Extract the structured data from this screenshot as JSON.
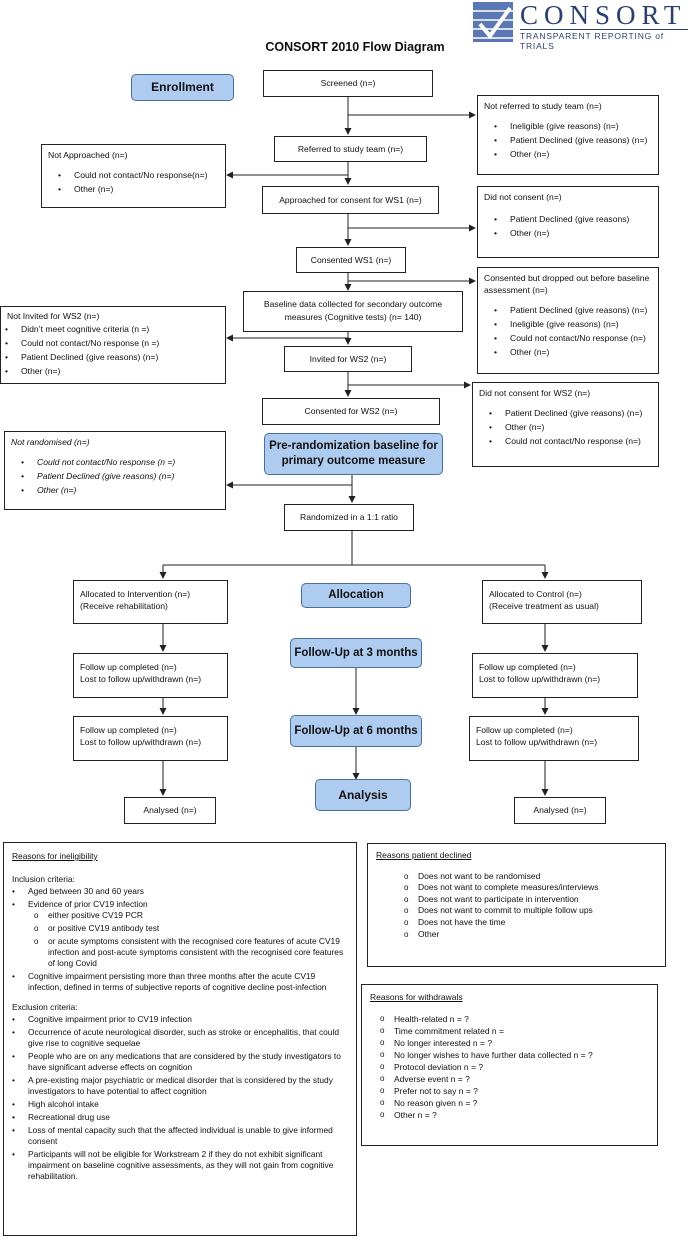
{
  "logo": {
    "brand": "CONSORT",
    "tagline": "TRANSPARENT REPORTING of TRIALS"
  },
  "title": "CONSORT 2010 Flow Diagram",
  "stages": {
    "enrollment": "Enrollment",
    "pre_rand": "Pre-randomization baseline for primary outcome measure",
    "allocation": "Allocation",
    "followup3": "Follow-Up at 3 months",
    "followup6": "Follow-Up at 6 months",
    "analysis": "Analysis"
  },
  "flow": {
    "screened": "Screened (n=)",
    "referred": "Referred to study team (n=)",
    "approached": "Approached for consent for WS1 (n=)",
    "consented_ws1": "Consented WS1 (n=)",
    "baseline": "Baseline data collected for secondary outcome measures (Cognitive tests) (n= 140)",
    "invited_ws2": "Invited for WS2 (n=)",
    "consented_ws2": "Consented for WS2 (n=)",
    "randomized": "Randomized in a 1:1 ratio"
  },
  "side": {
    "not_referred": {
      "title": "Not referred to study team (n=)",
      "items": [
        "Ineligible (give reasons) (n=)",
        "Patient Declined (give reasons) (n=)",
        "Other (n=)"
      ]
    },
    "not_approached": {
      "title": "Not Approached (n=)",
      "items": [
        "Could not contact/No response(n=)",
        "Other (n=)"
      ]
    },
    "did_not_consent": {
      "title": "Did not consent (n=)",
      "items": [
        "Patient Declined (give reasons)",
        "Other (n=)"
      ]
    },
    "dropped_out": {
      "title": "Consented but dropped out before baseline assessment (n=)",
      "items": [
        "Patient Declined (give reasons) (n=)",
        "Ineligible (give reasons) (n=)",
        "Could not contact/No response (n=)",
        "Other (n=)"
      ]
    },
    "not_invited": {
      "title": "Not Invited for WS2 (n=)",
      "items": [
        "Didn’t meet cognitive criteria (n =)",
        "Could not contact/No response (n =)",
        "Patient Declined (give reasons) (n=)",
        "Other (n=)"
      ]
    },
    "not_consent_ws2": {
      "title": "Did not consent for WS2 (n=)",
      "items": [
        "Patient Declined (give reasons) (n=)",
        "Other (n=)",
        "Could not contact/No response (n=)"
      ]
    },
    "not_randomised": {
      "title": "Not randomised (n=)",
      "items": [
        "Could not contact/No response (n =)",
        "Patient Declined (give reasons) (n=)",
        "Other (n=)"
      ]
    }
  },
  "arms": {
    "intervention": {
      "alloc1": "Allocated to Intervention (n=)",
      "alloc2": "(Receive rehabilitation)"
    },
    "control": {
      "alloc1": "Allocated to Control (n=)",
      "alloc2": "(Receive treatment as usual)"
    },
    "fu_completed": "Follow up completed (n=)",
    "fu_lost": "Lost to follow up/withdrawn (n=)",
    "analysed": "Analysed (n=)"
  },
  "ineligibility": {
    "heading": "Reasons for ineligibility",
    "inclusion_label": "Inclusion criteria:",
    "inclusion": [
      {
        "text": "Aged between 30 and 60 years"
      },
      {
        "text": "Evidence of prior CV19 infection",
        "sub": [
          "either positive CV19 PCR",
          "or positive CV19 antibody test",
          "or acute symptoms consistent with the recognised core features of acute CV19 infection and post-acute symptoms consistent with the recognised core features of long Covid"
        ]
      },
      {
        "text": "Cognitive impairment persisting more than three months after the acute CV19 infection, defined in terms of subjective reports of cognitive decline post-infection"
      }
    ],
    "exclusion_label": "Exclusion criteria:",
    "exclusion": [
      "Cognitive impairment prior to CV19 infection",
      "Occurrence of acute neurological disorder, such as stroke or encephalitis, that could give rise to cognitive sequelae",
      "People who are on any medications that are considered by the study investigators to have significant adverse effects on cognition",
      "A pre-existing major psychiatric or medical disorder that is considered by the study investigators to have potential to affect cognition",
      "High alcohol intake",
      "Recreational drug use",
      "Loss of mental capacity such that the affected individual is unable to give informed consent",
      "Participants will not be eligible for Workstream 2 if they do not exhibit significant impairment on baseline cognitive assessments, as they will not gain from cognitive rehabilitation."
    ]
  },
  "declined": {
    "heading": "Reasons patient declined",
    "items": [
      "Does not want to be randomised",
      "Does not want to complete measures/interviews",
      "Does not want to participate in intervention",
      "Does not want to commit to multiple follow ups",
      "Does not have the time",
      "Other"
    ]
  },
  "withdrawals": {
    "heading": "Reasons for withdrawals",
    "items": [
      "Health-related n = ?",
      "Time commitment related n =",
      "No longer interested n = ?",
      "No longer wishes to have further data collected n = ?",
      "Protocol deviation n = ?",
      "Adverse event n = ?",
      "Prefer not to say n = ?",
      "No reason given n = ?",
      "Other n = ?"
    ]
  }
}
